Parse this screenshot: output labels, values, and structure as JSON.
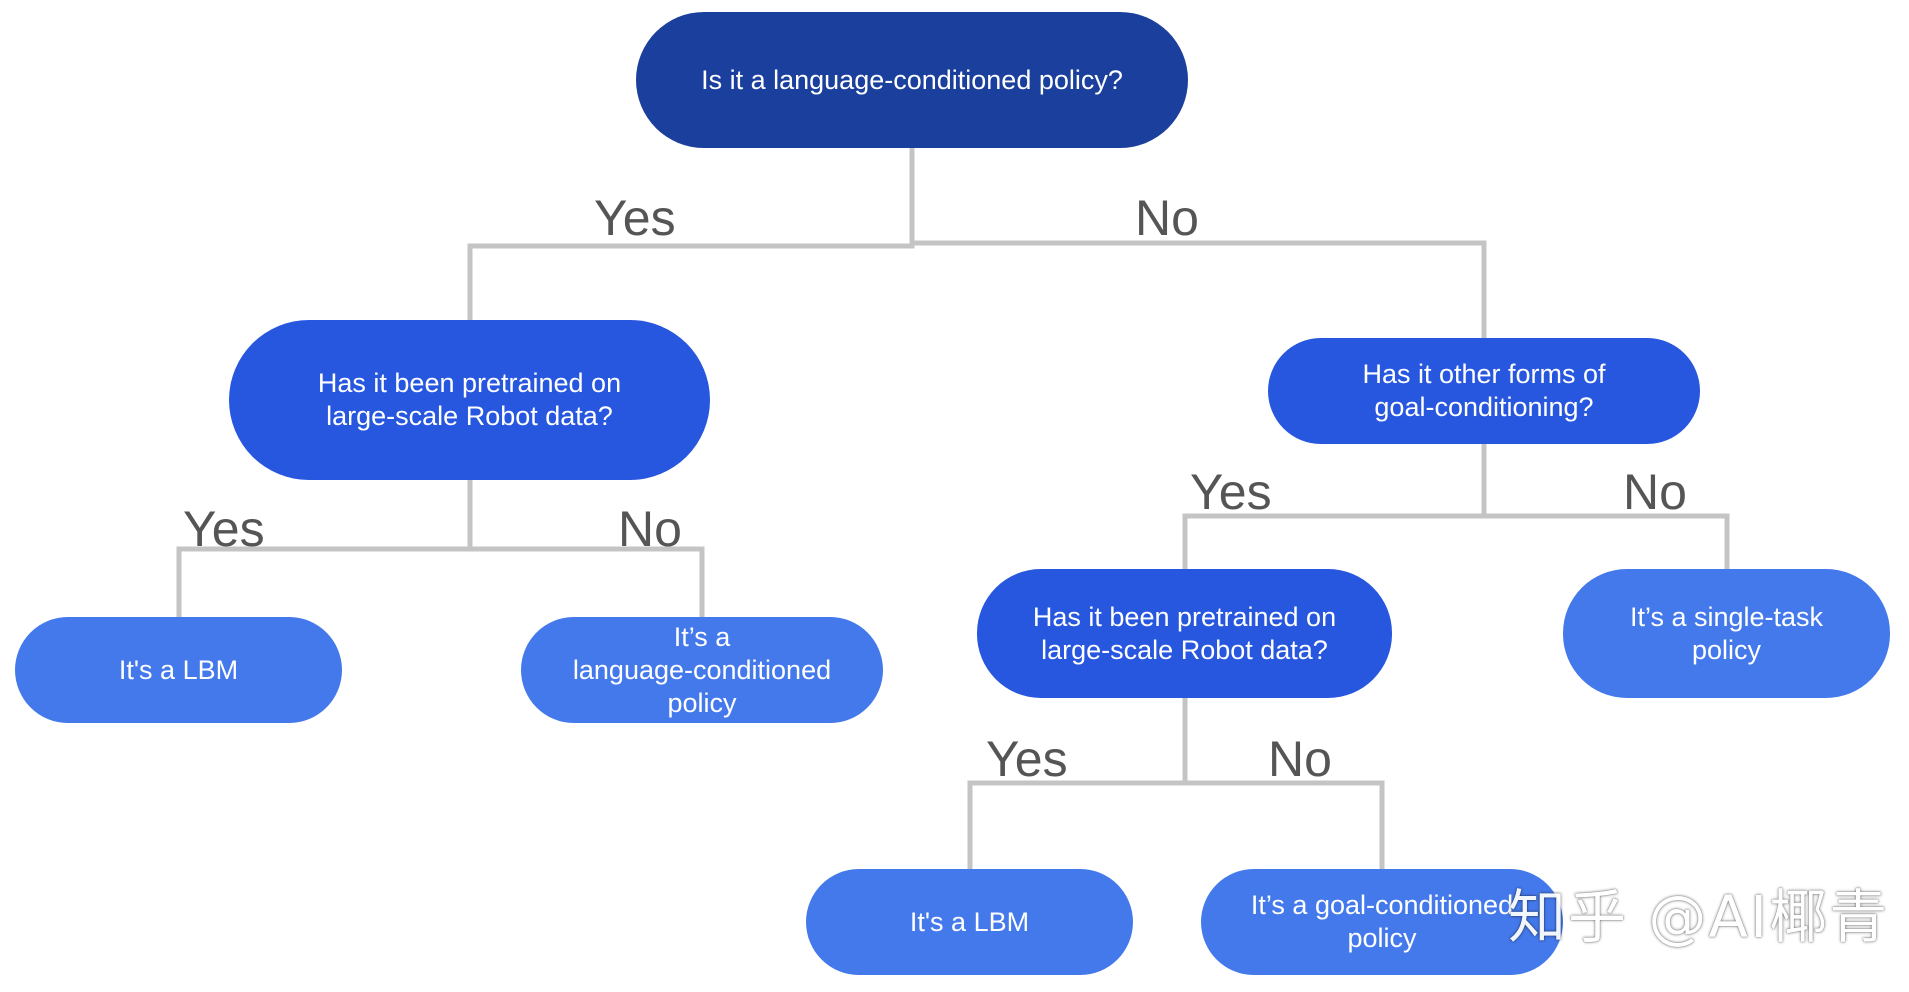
{
  "colors": {
    "connector": "#c4c4c4",
    "node_dark": "#1b3f9c",
    "node_mid": "#2756df",
    "node_light": "#4479ec",
    "label": "#555555"
  },
  "nodes": {
    "root": "Is it a language-conditioned policy?",
    "pretrained_left": "Has it been pretrained on\nlarge-scale Robot data?",
    "other_goal": "Has it other forms of\ngoal-conditioning?",
    "lbm_left": "It's a LBM",
    "lang_policy": "It’s a\nlanguage-conditioned\npolicy",
    "pretrained_right": "Has it been pretrained on\nlarge-scale Robot data?",
    "single_task": "It’s a single-task\npolicy",
    "lbm_bottom": "It's a LBM",
    "goal_policy": "It’s a goal-conditioned\npolicy"
  },
  "edges": {
    "root_yes": "Yes",
    "root_no": "No",
    "left_yes": "Yes",
    "left_no": "No",
    "goal_yes": "Yes",
    "goal_no": "No",
    "right_yes": "Yes",
    "right_no": "No"
  },
  "watermark": "知乎 @AI椰青"
}
